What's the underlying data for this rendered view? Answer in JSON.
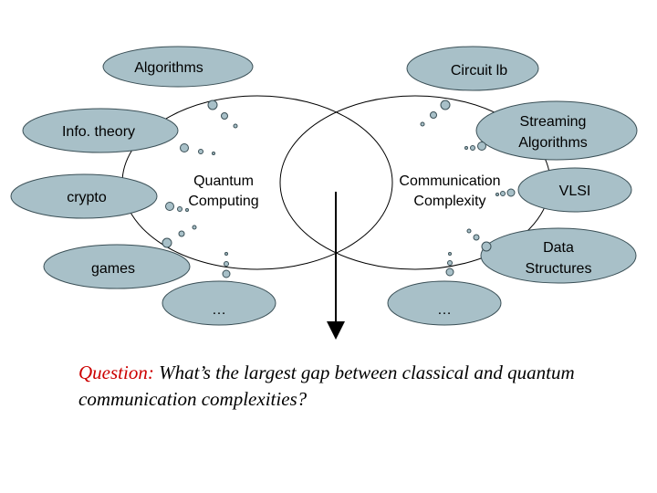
{
  "bubbles": {
    "algorithms": "Algorithms",
    "circuit_lb": "Circuit lb",
    "info_theory": "Info. theory",
    "streaming_1": "Streaming",
    "streaming_2": "Algorithms",
    "crypto": "crypto",
    "vlsi": "VLSI",
    "games": "games",
    "data_structures_1": "Data",
    "data_structures_2": "Structures",
    "ellipsis_left": "…",
    "ellipsis_right": "…"
  },
  "centers": {
    "quantum_1": "Quantum",
    "quantum_2": "Computing",
    "communication_1": "Communication",
    "communication_2": "Complexity"
  },
  "question": {
    "prefix": "Question:",
    "text": " What’s the largest gap between classical and quantum communication complexities?"
  },
  "colors": {
    "cloud_fill": "#a8c0c8",
    "cloud_stroke": "#3a4f56",
    "line": "#000000",
    "question_prefix": "#cc0000"
  }
}
